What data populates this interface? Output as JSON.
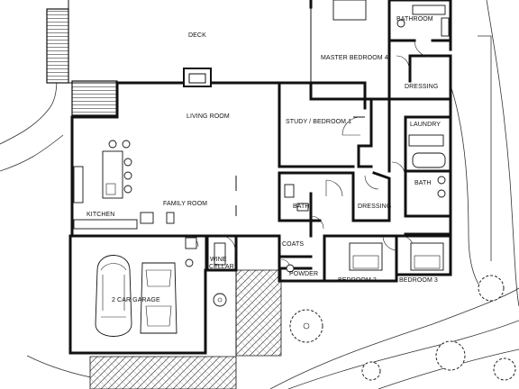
{
  "floor_plan": {
    "rooms": {
      "deck": "DECK",
      "master_bedroom": "MASTER BEDROOM 4",
      "bathroom_top": "BATHROOM",
      "dressing_top": "DRESSING",
      "living_room": "LIVING ROOM",
      "study": "STUDY / BEDROOM 1",
      "laundry": "LAUNDRY",
      "bath_right": "BATH",
      "family_room": "FAMILY ROOM",
      "kitchen": "KITCHEN",
      "bath_small": "BATH",
      "dressing_mid": "DRESSING",
      "coats": "COATS",
      "wine_cellar": "WINE\nCELLAR",
      "powder": "POWDER",
      "garage": "2 CAR GARAGE",
      "bedroom_2": "BEDROOM 2",
      "bedroom_3": "BEDROOM 3"
    }
  }
}
